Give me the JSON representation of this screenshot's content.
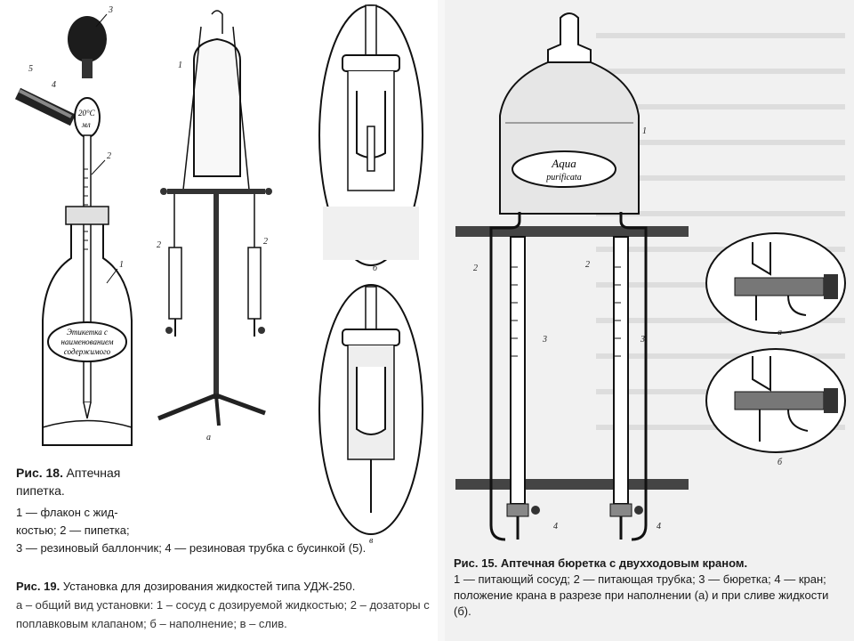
{
  "fig18": {
    "caption_title": "Рис. 18.",
    "caption_name": "Аптечная пипетка.",
    "items": [
      "1 — флакон с жид-",
      "костью; 2 — пипетка;",
      "3 — резиновый баллончик; 4 — резиновая трубка с бусинкой (5)."
    ],
    "label_marks": [
      "1",
      "2",
      "3",
      "4",
      "5"
    ],
    "flask_label": [
      "Этикетка с",
      "наименованием",
      "содержимого"
    ],
    "pipette_mark": "20°С",
    "pipette_unit": "мл"
  },
  "fig19": {
    "caption_title": "Рис. 19.",
    "caption_name": "Установка для дозирования жидкостей типа УДЖ-250.",
    "items": "а – общий вид установки: 1 – сосуд с дозируемой жидкостью; 2 – дозаторы с поплавковым клапаном; б – наполнение; в – слив.",
    "label_marks": [
      "1",
      "2",
      "2",
      "а",
      "б",
      "в"
    ]
  },
  "fig15": {
    "caption_title": "Рис. 15.",
    "caption_name": "Аптечная бюретка с двухходовым краном.",
    "items": "1 — питающий сосуд; 2 — питающая трубка; 3 — бюретка; 4 — кран; положение крана в разрезе при наполнении (а) и при сливе жидкости (б).",
    "bottle_label": [
      "Aqua",
      "purificata"
    ],
    "label_marks": [
      "1",
      "2",
      "2",
      "3",
      "3",
      "4",
      "4",
      "а",
      "б"
    ]
  }
}
